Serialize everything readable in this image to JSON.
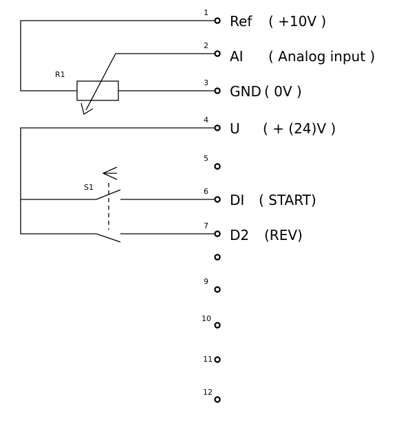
{
  "components": {
    "potentiometer": "R1",
    "switch": "S1"
  },
  "terminals": [
    {
      "num": "1",
      "label": "Ref",
      "desc": "( +10V )"
    },
    {
      "num": "2",
      "label": "AI",
      "desc": "( Analog input )"
    },
    {
      "num": "3",
      "label": "GND",
      "desc": "( 0V )"
    },
    {
      "num": "4",
      "label": "U",
      "desc": "( + (24)V )"
    },
    {
      "num": "5",
      "label": "",
      "desc": ""
    },
    {
      "num": "6",
      "label": "DI",
      "desc": "( START)"
    },
    {
      "num": "7",
      "label": "D2",
      "desc": "(REV)"
    },
    {
      "num": "",
      "label": "",
      "desc": ""
    },
    {
      "num": "9",
      "label": "",
      "desc": ""
    },
    {
      "num": "10",
      "label": "",
      "desc": ""
    },
    {
      "num": "11",
      "label": "",
      "desc": ""
    },
    {
      "num": "12",
      "label": "",
      "desc": ""
    }
  ]
}
